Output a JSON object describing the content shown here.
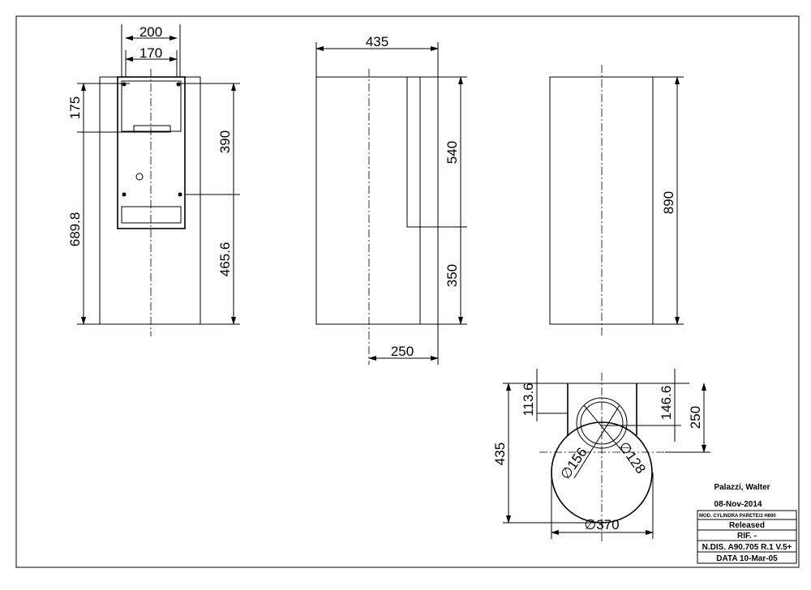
{
  "front_view": {
    "width_outer": "200",
    "width_inner": "170",
    "height_top": "175",
    "height_bottom": "689.8",
    "height_bracket": "390",
    "height_lower": "465.6"
  },
  "side_view": {
    "depth": "435",
    "duct_height": "540",
    "lower_height": "350",
    "offset": "250"
  },
  "back_view": {
    "total_height": "890"
  },
  "top_view": {
    "dim_a": "113.6",
    "dim_b": "146.6",
    "dim_c": "250",
    "depth": "435",
    "dia_outer": "∅370",
    "dia_156": "∅156",
    "dia_128": "∅128"
  },
  "title_block": {
    "author": "Palazzi, Walter",
    "date_created": "08-Nov-2014",
    "model": "MOD. CYLINDRA PARETE/2 H890",
    "status": "Released",
    "ref": "RIF.  -",
    "drawing_no": "N.DIS.  A90.705  R.1  V.5+",
    "date": "DATA  10-Mar-05"
  }
}
